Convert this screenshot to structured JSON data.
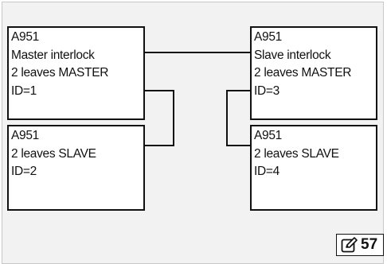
{
  "devices": [
    {
      "lines": [
        "A951",
        "Master interlock",
        "2 leaves MASTER",
        "ID=1"
      ]
    },
    {
      "lines": [
        "A951",
        "2 leaves SLAVE",
        "ID=2"
      ]
    },
    {
      "lines": [
        "A951",
        "Slave interlock",
        "2 leaves MASTER",
        "ID=3"
      ]
    },
    {
      "lines": [
        "A951",
        "2 leaves SLAVE",
        "ID=4"
      ]
    }
  ],
  "connections": [
    {
      "from": "ID=1",
      "to": "ID=3"
    },
    {
      "from": "ID=1",
      "to": "ID=2"
    },
    {
      "from": "ID=3",
      "to": "ID=4"
    }
  ],
  "page_number": "57",
  "page_icon": "pencil-note-icon"
}
